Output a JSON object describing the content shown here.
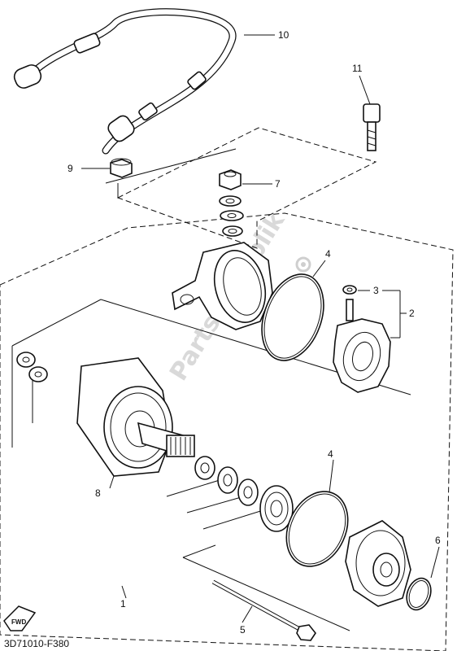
{
  "diagram": {
    "callouts": [
      "1",
      "2",
      "3",
      "4",
      "4",
      "5",
      "6",
      "7",
      "8",
      "9",
      "10",
      "11"
    ],
    "drawing_code": "3D71010-F380",
    "fwd_label": "FWD",
    "watermark": "PartsRepublik"
  }
}
